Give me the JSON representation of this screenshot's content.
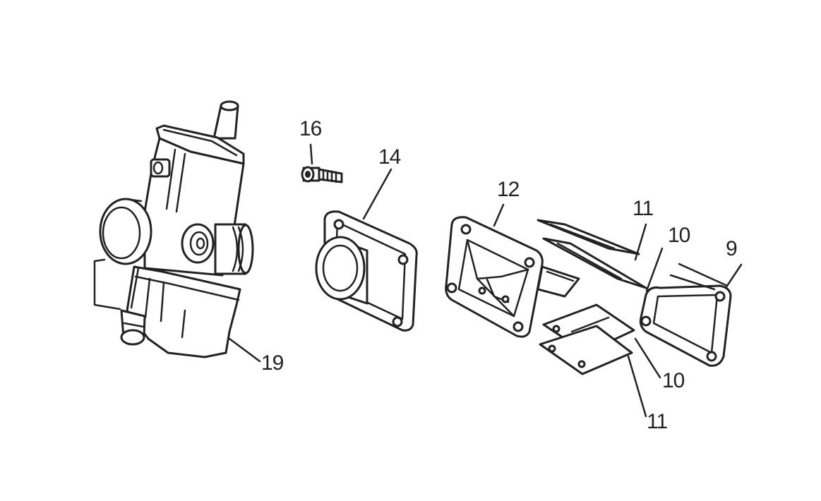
{
  "callouts": {
    "c19": "19",
    "c16": "16",
    "c14": "14",
    "c12": "12",
    "c11_top": "11",
    "c10_top": "10",
    "c9": "9",
    "c10_bottom": "10",
    "c11_bottom": "11"
  },
  "colors": {
    "line": "#222222",
    "background": "#ffffff"
  }
}
